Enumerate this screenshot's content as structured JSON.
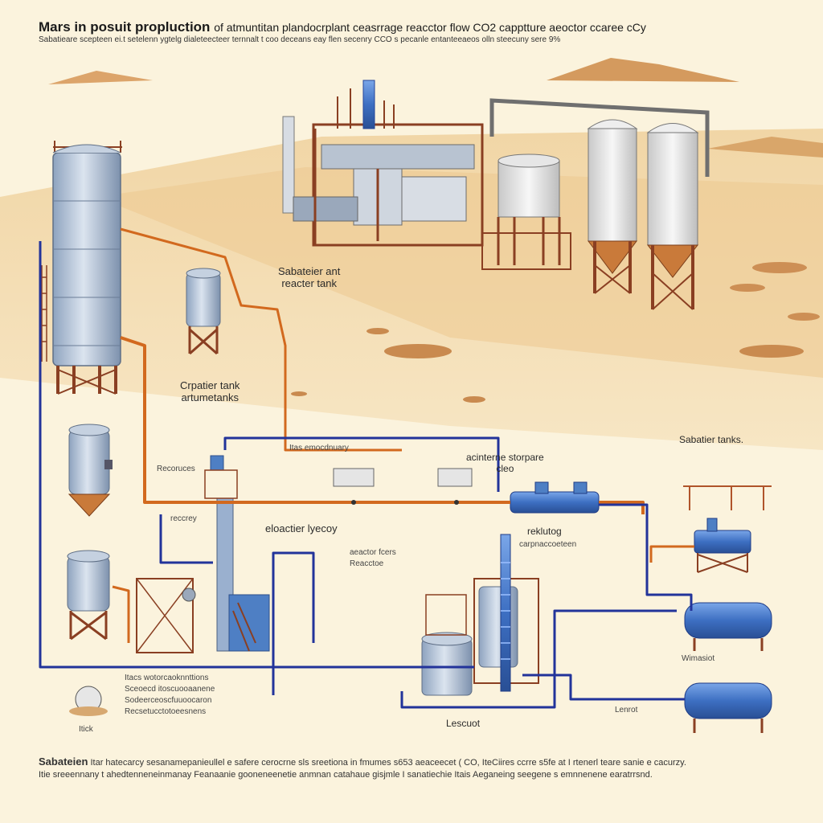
{
  "header": {
    "title_main": "Mars in posuit propluction",
    "title_rest": "of atmuntitan plandocrplant ceasrrage reacctor flow CO2 capptture aeoctor ccaree cCy",
    "subtitle": "Sabatieare scepteen ei.t setelenn ygtelg dialeteecteer ternnalt t coo deceans eay flen secenry CCO s pecanle entanteeaeos olln steecuny sere 9%"
  },
  "labels": {
    "sabatier_reactor": "Sabateier ant\nreacter tank",
    "crater_tank": "Crpatier tank\nartumetanks",
    "sabatier_tanks": "Sabatier tanks.",
    "facs_secondary": "Itas emocdnuary",
    "storage": "acinterne storpare\ncleo",
    "resources": "Recoruces",
    "recovery": "reccrey",
    "toactier": "eloactier lyecoy",
    "rekutog": "reklutog",
    "rekutog_sub": "carpnaccoeteen",
    "aquctor": "aeactor fcers",
    "aquctor_sub": "Reacctoe",
    "lescuot": "Lescuot",
    "itick": "Itick",
    "wimassiat": "Wimasiot",
    "lenrot": "Lenrot",
    "left_notes": [
      "Itacs wotorcaoknnttions",
      "Sceoecd itoscuooaanene",
      "Sodeerceoscfuuoocaron",
      "Recsetucctotoeesnens"
    ]
  },
  "footer": {
    "lead": "Sabateien",
    "line1": "Itar hatecarcy sesanamepanieullel e safere cerocrne sls sreetiona in fmumes s653 aeaceecet ( CO, IteCiires ccrre s5fe at I rtenerl teare sanie e cacurzy.",
    "line2": "Itie sreeennany t ahedtenneneinmanay Feanaanie gooneneenetie anmnan catahaue gisjmle I sanatiechie Itais Aeganeing seegene s emnnenene earatrrsnd."
  },
  "colors": {
    "sand": "#e9c48f",
    "sand_dark": "#c98a4f",
    "pipe_orange": "#d2691e",
    "pipe_blue": "#22339a",
    "steel": "#aebcd0",
    "frame": "#8a3f22",
    "tank_blue": "#4a78c4"
  }
}
